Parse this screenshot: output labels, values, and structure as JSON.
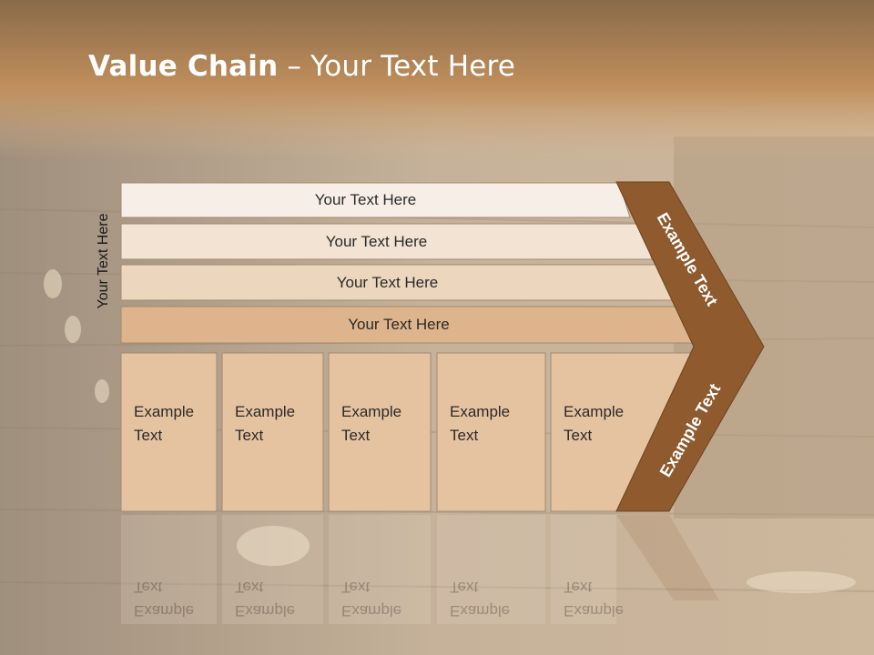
{
  "slide": {
    "title_bold": "Value Chain",
    "title_rest": " – Your Text Here",
    "side_label": "Your Text Here"
  },
  "bars": [
    {
      "label": "Your Text Here",
      "color": "#f7efe7"
    },
    {
      "label": "Your Text Here",
      "color": "#f2e3d3"
    },
    {
      "label": "Your Text Here",
      "color": "#ecd6bd"
    },
    {
      "label": "Your Text Here",
      "color": "#ddb48b"
    }
  ],
  "columns": [
    {
      "line1": "Example",
      "line2": "Text"
    },
    {
      "line1": "Example",
      "line2": "Text"
    },
    {
      "line1": "Example",
      "line2": "Text"
    },
    {
      "line1": "Example",
      "line2": "Text"
    },
    {
      "line1": "Example",
      "line2": "Text"
    }
  ],
  "arrow": {
    "top_label": "Example Text",
    "bottom_label": "Example Text",
    "color": "#8e5a2e"
  },
  "colors": {
    "header_band": "#c9965e",
    "column_fill": "#e6c3a0"
  }
}
